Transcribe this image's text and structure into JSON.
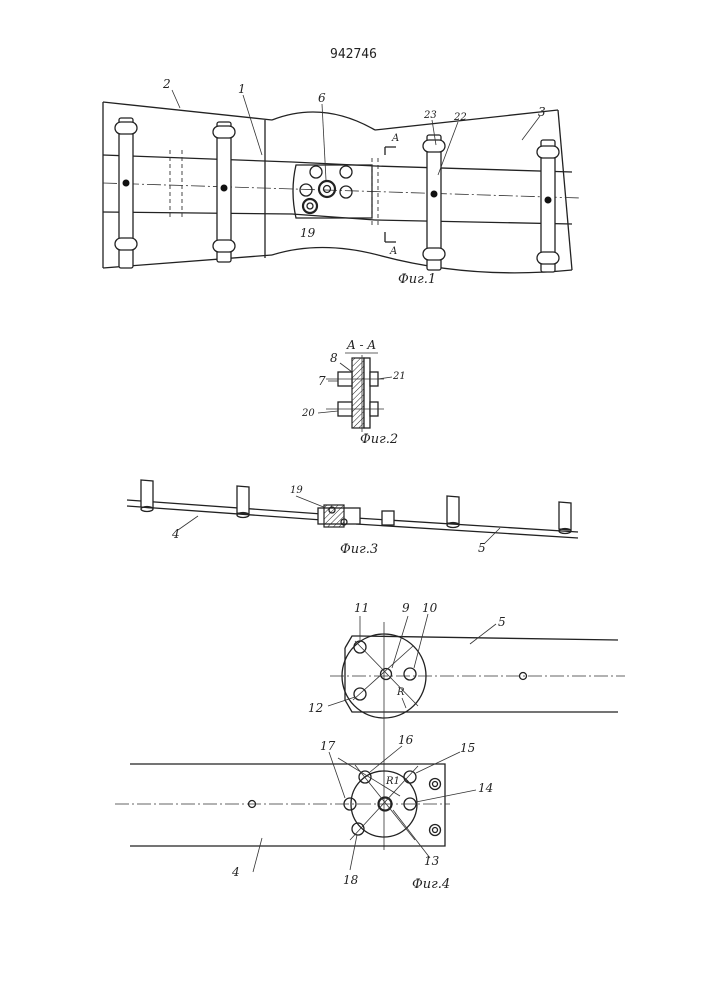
{
  "patent_number": "942746",
  "fig1": {
    "caption": "Фиг.1",
    "labels": {
      "l2": "2",
      "l1": "1",
      "l6": "6",
      "l23": "23",
      "l22": "22",
      "l3": "3",
      "l19": "19",
      "sec_a_top": "A",
      "sec_a_bot": "A"
    }
  },
  "fig2": {
    "caption": "Фиг.2",
    "title": "A - A",
    "labels": {
      "l8": "8",
      "l7": "7",
      "l21": "21",
      "l20": "20"
    }
  },
  "fig3": {
    "caption": "Фиг.3",
    "labels": {
      "l19": "19",
      "l4": "4",
      "l5": "5"
    }
  },
  "fig4": {
    "caption": "Фиг.4",
    "labels": {
      "l11": "11",
      "l9": "9",
      "l10": "10",
      "l5": "5",
      "lR": "R",
      "l12": "12",
      "l17": "17",
      "l16": "16",
      "l15": "15",
      "lR1": "R1",
      "l14": "14",
      "l4": "4",
      "l18": "18",
      "l13": "13"
    }
  }
}
